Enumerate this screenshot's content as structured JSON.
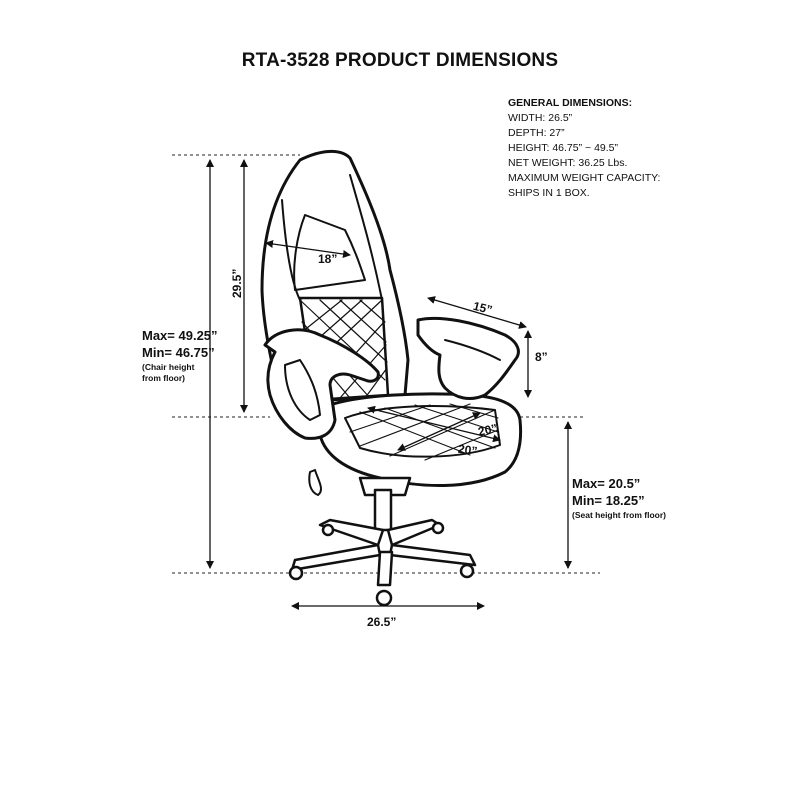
{
  "title": "RTA-3528 PRODUCT DIMENSIONS",
  "general": {
    "heading": "GENERAL DIMENSIONS:",
    "lines": [
      "WIDTH: 26.5”",
      "DEPTH: 27”",
      "HEIGHT: 46.75” ~ 49.5”",
      "NET WEIGHT: 36.25 Lbs.",
      "MAXIMUM WEIGHT CAPACITY:",
      "SHIPS IN 1 BOX."
    ]
  },
  "dimensions": {
    "back_width": "18”",
    "back_height": "29.5”",
    "arm_length": "15”",
    "arm_height": "8”",
    "seat_width": "20”",
    "seat_depth": "20”",
    "base_width": "26.5”",
    "chair_height": {
      "max": "Max= 49.25”",
      "min": "Min= 46.75”",
      "note1": "(Chair height",
      "note2": "from floor)"
    },
    "seat_height": {
      "max": "Max= 20.5”",
      "min": "Min= 18.25”",
      "note": "(Seat height from floor)"
    }
  }
}
